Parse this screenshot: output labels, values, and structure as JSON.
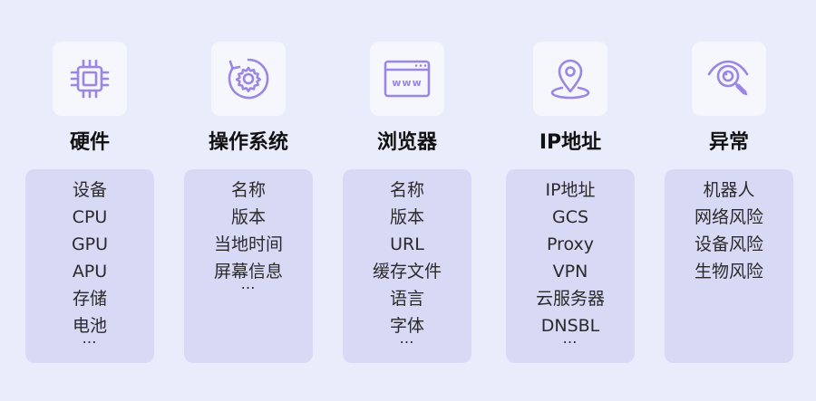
{
  "accent_color": "#9b86e3",
  "columns": [
    {
      "icon": "chip-icon",
      "title": "硬件",
      "items": [
        "设备",
        "CPU",
        "GPU",
        "APU",
        "存储",
        "电池"
      ],
      "more": "…"
    },
    {
      "icon": "gear-refresh-icon",
      "title": "操作系统",
      "items": [
        "名称",
        "版本",
        "当地时间",
        "屏幕信息"
      ],
      "more": "…"
    },
    {
      "icon": "browser-window-icon",
      "title": "浏览器",
      "items": [
        "名称",
        "版本",
        "URL",
        "缓存文件",
        "语言",
        "字体"
      ],
      "more": "…",
      "icon_text": "www"
    },
    {
      "icon": "location-pin-icon",
      "title": "IP地址",
      "items": [
        "IP地址",
        "GCS",
        "Proxy",
        "VPN",
        "云服务器",
        "DNSBL"
      ],
      "more": "…"
    },
    {
      "icon": "eye-magnifier-icon",
      "title": "异常",
      "items": [
        "机器人",
        "网络风险",
        "设备风险",
        "生物风险"
      ],
      "more": ""
    }
  ]
}
